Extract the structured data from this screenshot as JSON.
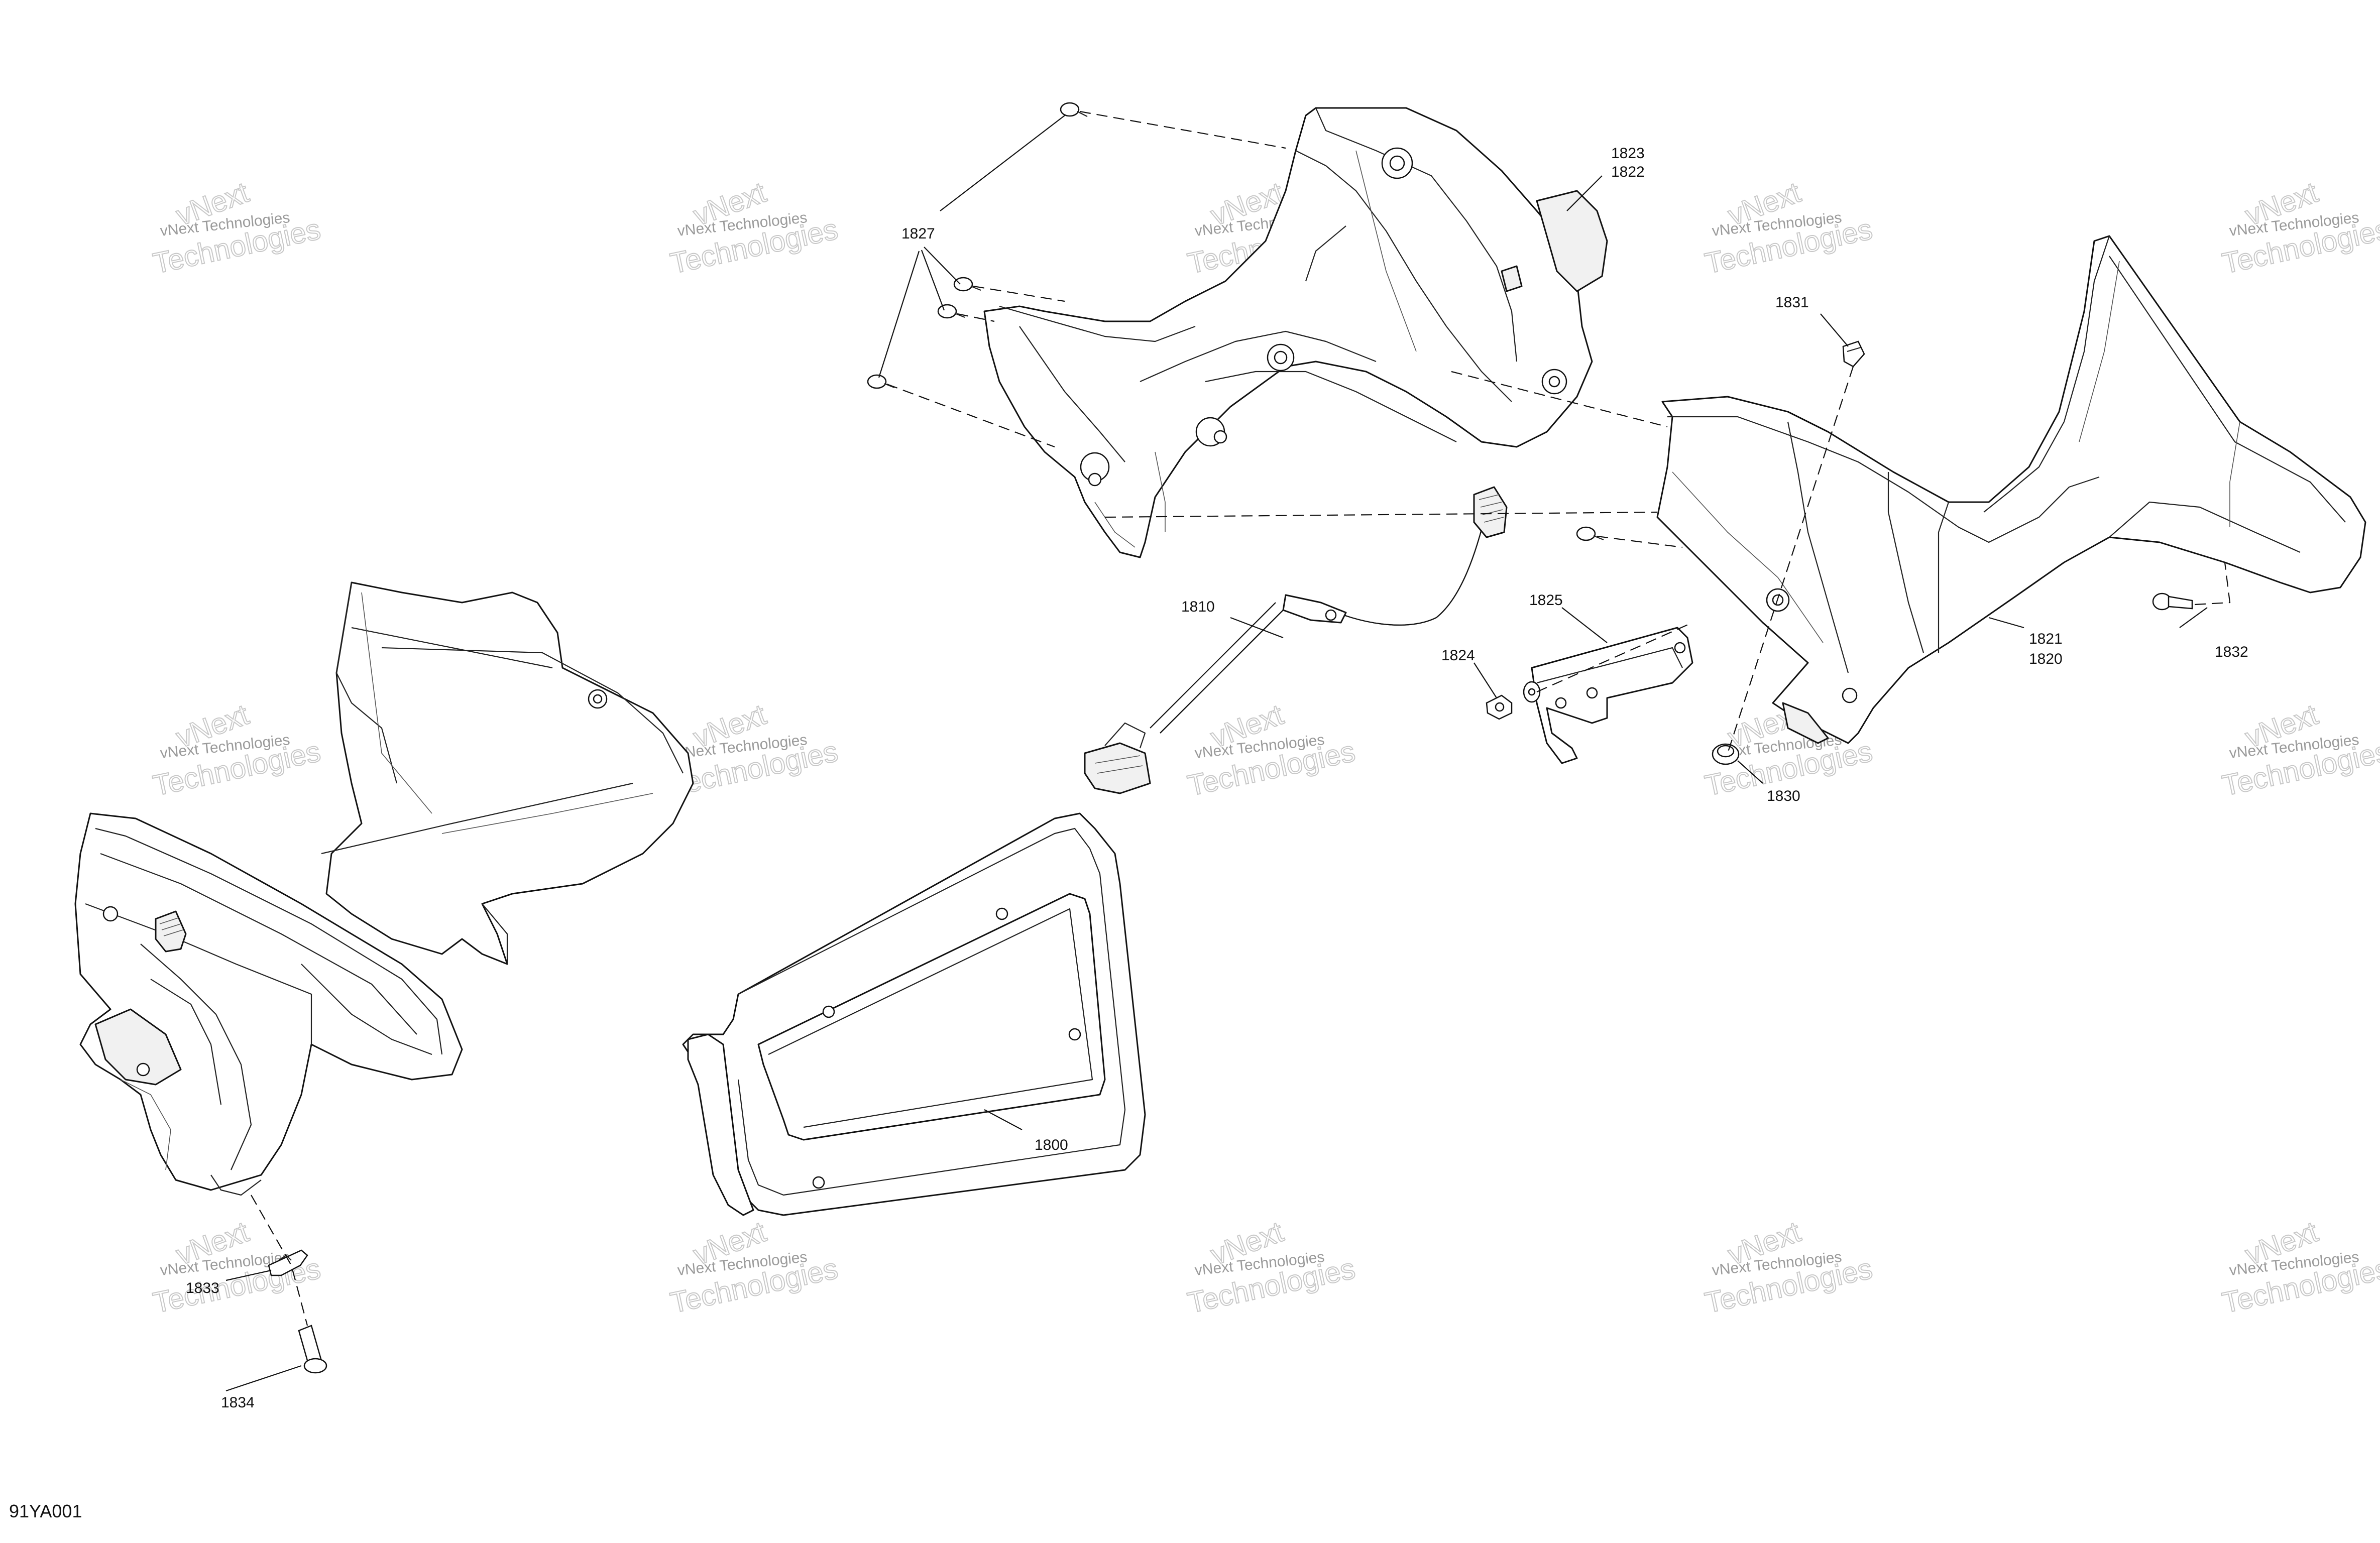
{
  "diagram": {
    "reference_code": "91YA001",
    "callouts": {
      "c1800": "1800",
      "c1810": "1810",
      "c1820": "1820",
      "c1821": "1821",
      "c1822": "1822",
      "c1823": "1823",
      "c1824": "1824",
      "c1825": "1825",
      "c1827": "1827",
      "c1830": "1830",
      "c1831": "1831",
      "c1832": "1832",
      "c1833": "1833",
      "c1834": "1834"
    },
    "watermark": {
      "line1": "vNext Technologies",
      "line2": "Technologies",
      "line3": "vNext"
    },
    "colors": {
      "ink": "#111111",
      "watermark": "#c8c8c8"
    }
  }
}
